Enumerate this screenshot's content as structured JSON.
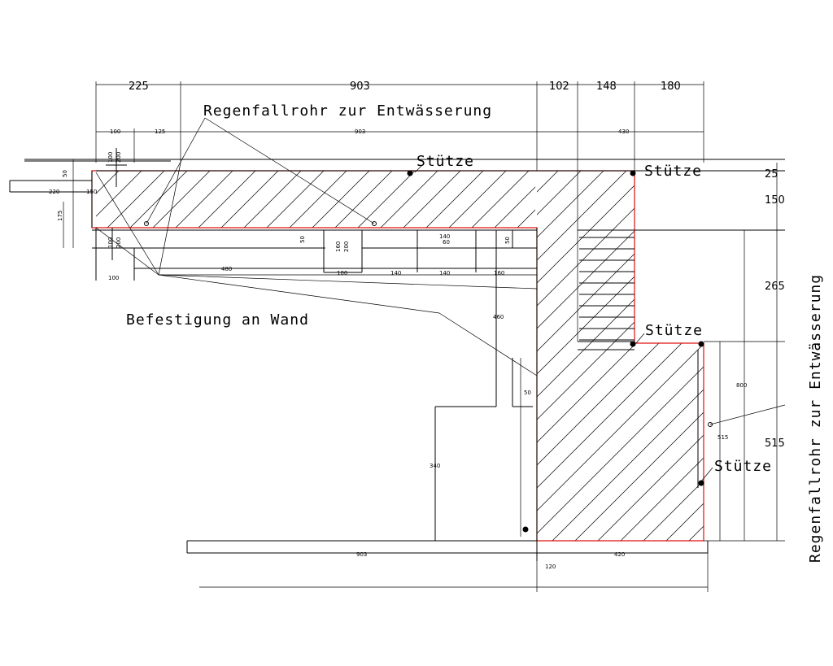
{
  "labels": {
    "downpipe_top": "Regenfallrohr zur  Entwässerung",
    "downpipe_right": "Regenfallrohr zur  Entwässerung",
    "wall_fixing": "Befestigung an Wand",
    "column_1": "Stütze",
    "column_2": "Stütze",
    "column_3": "Stütze",
    "column_4": "Stütze"
  },
  "dimensions": {
    "top_225": "225",
    "top_903": "903",
    "top_102": "102",
    "top_148": "148",
    "top_180": "180",
    "right_25": "25",
    "right_150": "150",
    "right_265": "265",
    "right_515": "515",
    "s_100_a": "100",
    "s_125": "125",
    "s_903_a": "903",
    "s_430": "430",
    "s_50_a": "50",
    "s_220": "220",
    "s_175": "175",
    "s_150": "150",
    "s_100_200_a": "100",
    "s_200_a": "200",
    "s_100_200_b": "100",
    "s_200_b": "200",
    "s_100_b": "100",
    "s_480": "480",
    "s_50_b": "50",
    "s_160": "160",
    "s_200_c": "200",
    "s_100_c": "100",
    "s_140_a": "140",
    "s_140_b": "140",
    "s_60": "60",
    "s_140_c": "140",
    "s_50_c": "50",
    "s_160_b": "160",
    "s_460": "460",
    "s_50_d": "50",
    "s_340": "340",
    "s_903_b": "903",
    "s_120": "120",
    "s_420": "420",
    "s_800": "800",
    "s_515": "515"
  },
  "colors": {
    "outline": "#e01010",
    "line": "#000000",
    "background": "#ffffff"
  }
}
